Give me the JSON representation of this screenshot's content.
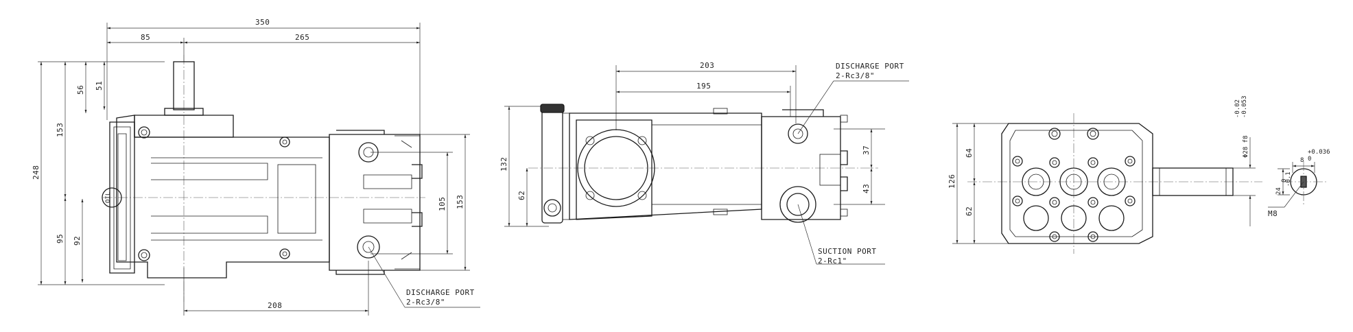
{
  "side_view": {
    "dims": {
      "overall_length": "350",
      "front_length": "85",
      "rear_length": "265",
      "shaft_height": "56",
      "shaft_offset": "51",
      "upper_height": "153",
      "total_height": "248",
      "lower_height": "95",
      "base_height": "92",
      "port_spacing": "105",
      "head_height": "153",
      "shaft_to_port": "208"
    },
    "oil_label": "OIL",
    "discharge": {
      "label": "DISCHARGE  PORT",
      "spec": "2-Rc3/8\""
    }
  },
  "top_view": {
    "dims": {
      "length_203": "203",
      "length_195": "195",
      "height_132": "132",
      "height_62": "62",
      "port_37": "37",
      "port_43": "43"
    },
    "discharge": {
      "label": "DISCHARGE  PORT",
      "spec": "2-Rc3/8\""
    },
    "suction": {
      "label": "SUCTION  PORT",
      "spec": "2-Rc1\""
    }
  },
  "end_view": {
    "dims": {
      "height_126": "126",
      "upper_64": "64",
      "lower_62": "62"
    },
    "shaft_dia": "Φ28 f8",
    "shaft_tol_upper": "-0.02",
    "shaft_tol_lower": "-0.053"
  },
  "key_detail": {
    "key_width": "8",
    "key_tol_upper": "+0.036",
    "key_tol_lower": "0",
    "key_depth": "24",
    "key_depth_tol_upper": "0",
    "key_depth_tol_lower": "-0.1",
    "thread": "M8"
  }
}
